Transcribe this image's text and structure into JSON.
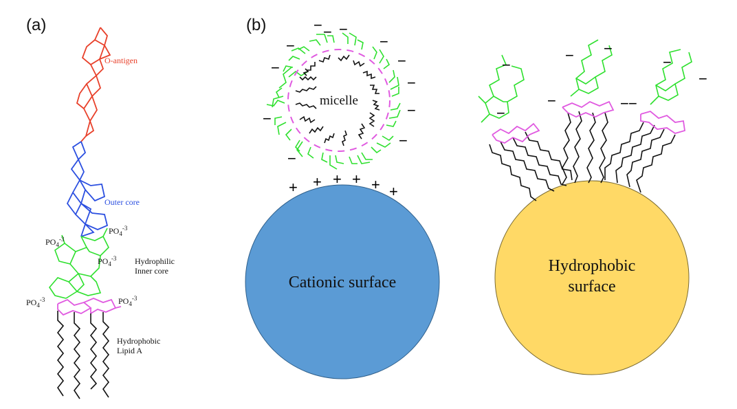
{
  "panel_a": {
    "label": "(a)",
    "o_antigen": "O-antigen",
    "outer_core": "Outer core",
    "phosphate_label": "PO4-3",
    "inner_core_line1": "Hydrophilic",
    "inner_core_line2": "Inner core",
    "lipid_line1": "Hydrophobic",
    "lipid_line2": "Lipid A"
  },
  "panel_b": {
    "label": "(b)",
    "micelle": "micelle",
    "cationic_surface": "Cationic surface",
    "hydrophobic_line1": "Hydrophobic",
    "hydrophobic_line2": "surface",
    "minus_sign": "−",
    "plus_sign": "+"
  },
  "colors": {
    "o_antigen": "#e8402a",
    "outer_core": "#2b4fe0",
    "inner_core": "#2ee02e",
    "lipid_a_head": "#e05ae0",
    "lipid_tails": "#111111",
    "cationic_surface": "#5b9bd5",
    "hydrophobic_surface": "#ffd966"
  }
}
